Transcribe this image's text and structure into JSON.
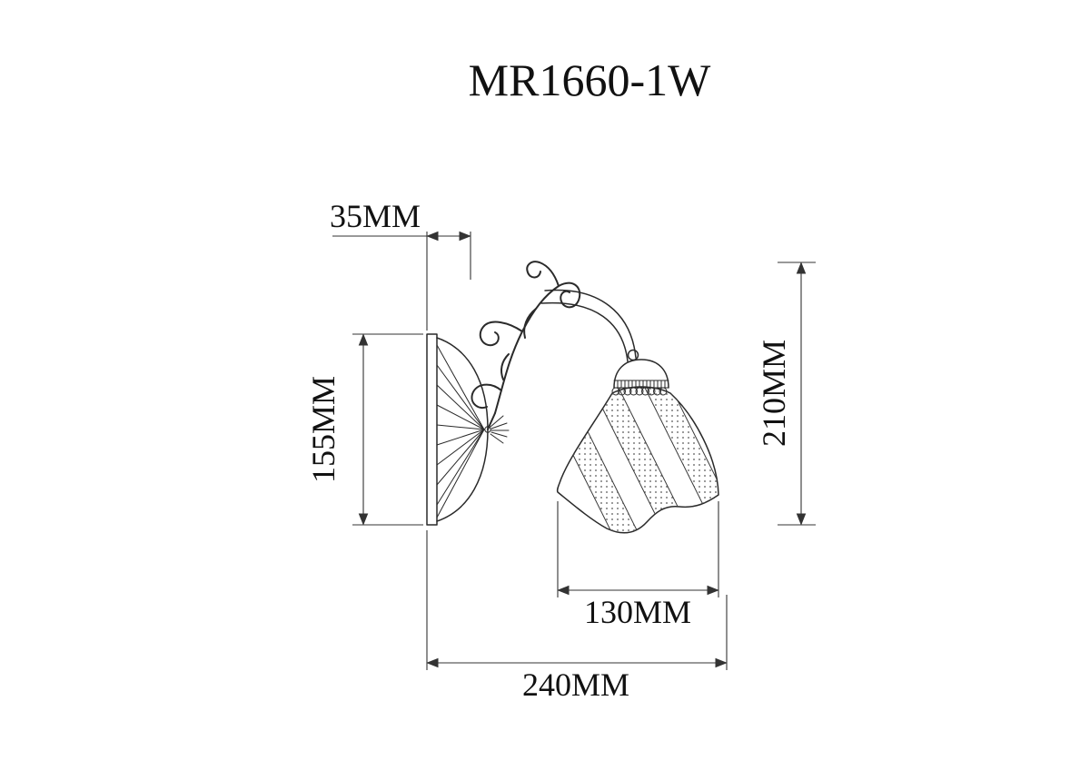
{
  "title": "MR1660-1W",
  "dimensions": {
    "plate_depth": "35MM",
    "plate_height": "155MM",
    "overall_height": "210MM",
    "shade_diameter": "130MM",
    "overall_depth": "240MM"
  },
  "colors": {
    "line": "#2a2a2a",
    "dimension_line": "#333333",
    "text": "#111111",
    "background": "#ffffff"
  }
}
